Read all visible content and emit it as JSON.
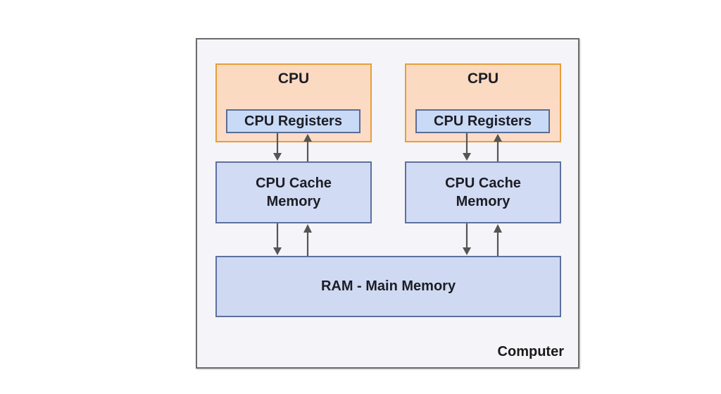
{
  "diagram": {
    "container_label": "Computer",
    "cpus": [
      {
        "label": "CPU",
        "registers_label": "CPU Registers",
        "cache_label_line1": "CPU Cache",
        "cache_label_line2": "Memory"
      },
      {
        "label": "CPU",
        "registers_label": "CPU Registers",
        "cache_label_line1": "CPU Cache",
        "cache_label_line2": "Memory"
      }
    ],
    "main_memory_label": "RAM - Main Memory",
    "connections": [
      {
        "from": "cpu-registers-1",
        "to": "cpu-cache-1",
        "direction": "down"
      },
      {
        "from": "cpu-cache-1",
        "to": "cpu-registers-1",
        "direction": "up"
      },
      {
        "from": "cpu-registers-2",
        "to": "cpu-cache-2",
        "direction": "down"
      },
      {
        "from": "cpu-cache-2",
        "to": "cpu-registers-2",
        "direction": "up"
      },
      {
        "from": "cpu-cache-1",
        "to": "ram-main-memory",
        "direction": "down"
      },
      {
        "from": "ram-main-memory",
        "to": "cpu-cache-1",
        "direction": "up"
      },
      {
        "from": "cpu-cache-2",
        "to": "ram-main-memory",
        "direction": "down"
      },
      {
        "from": "ram-main-memory",
        "to": "cpu-cache-2",
        "direction": "up"
      }
    ],
    "colors": {
      "cpu_fill": "#fcdac4",
      "cpu_border": "#e79e3c",
      "memory_fill": "#d1dbf3",
      "memory_border": "#5d70a0",
      "registers_fill": "#c8daf6",
      "arrow": "#555555",
      "frame_border": "#6b6b6b",
      "frame_fill": "#f5f4f8"
    }
  }
}
